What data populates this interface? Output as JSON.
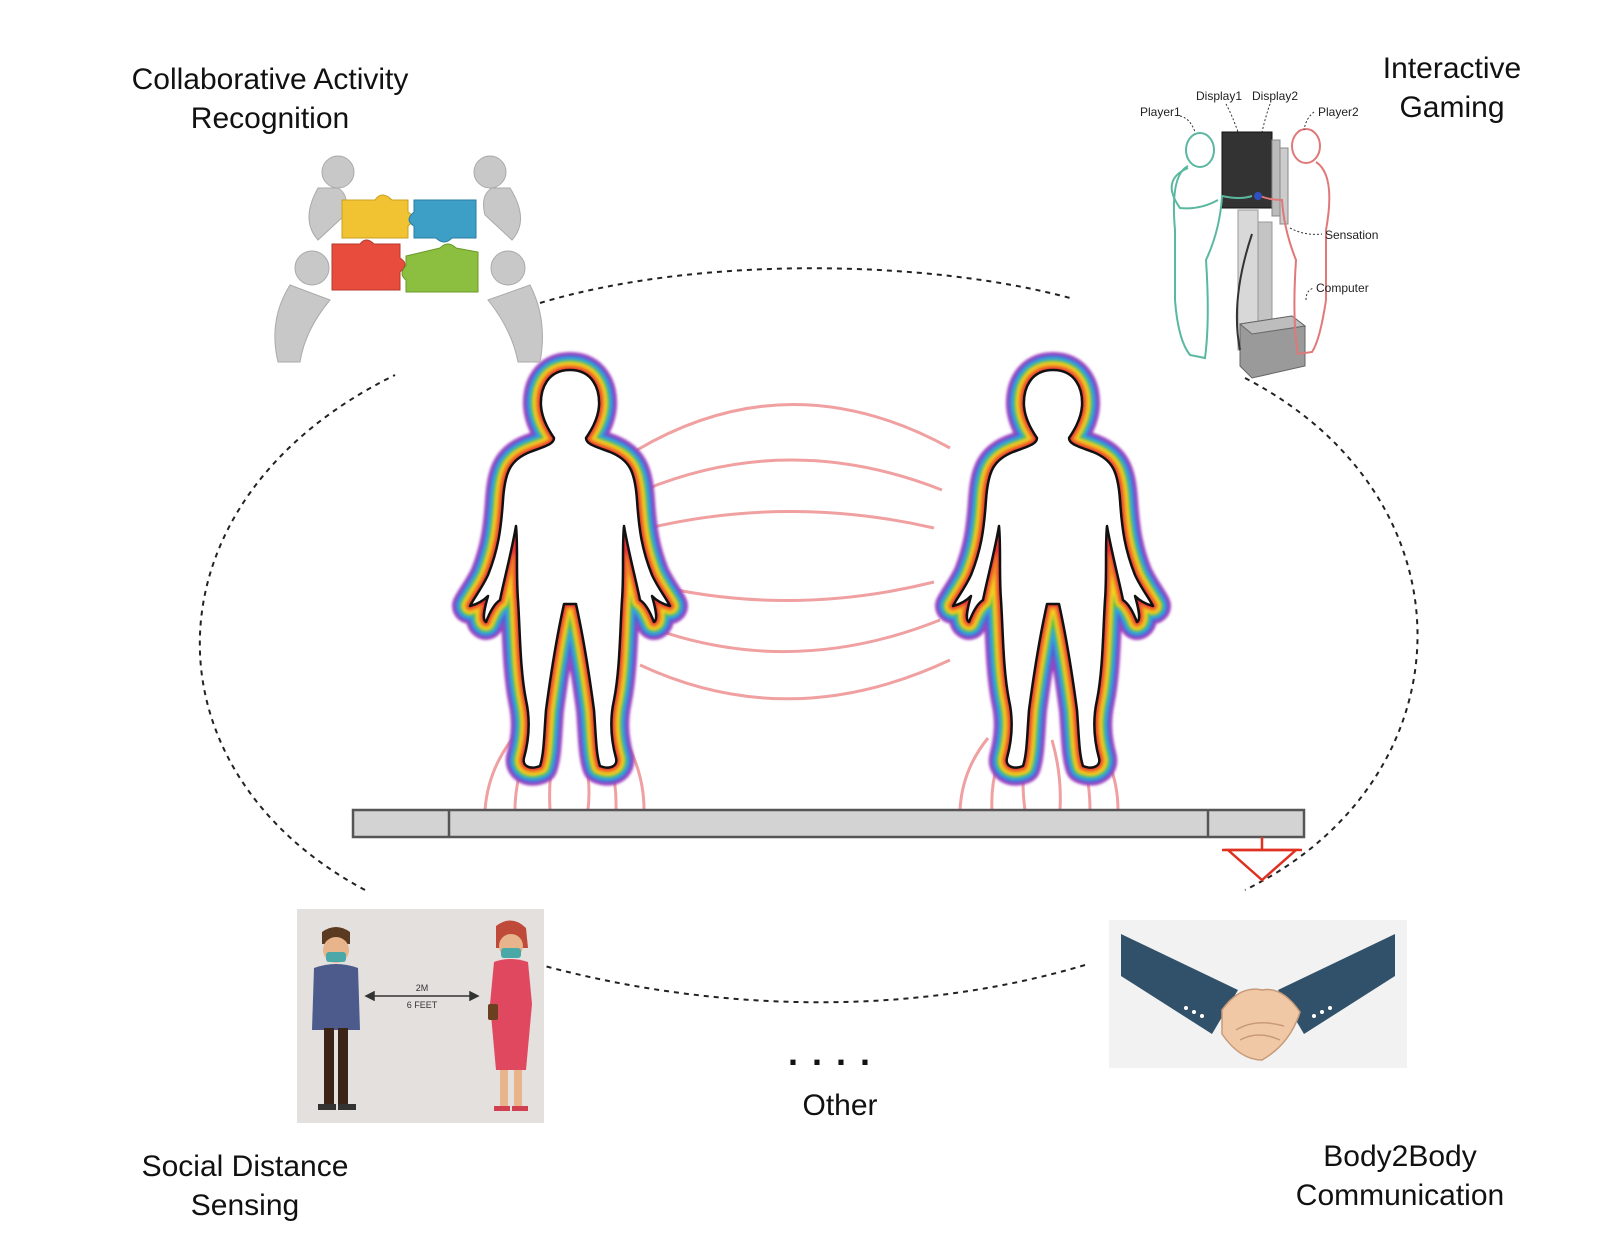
{
  "labels": {
    "collab": [
      "Collaborative Activity",
      "Recognition"
    ],
    "gaming": [
      "Interactive",
      "Gaming"
    ],
    "social": [
      "Social Distance",
      "Sensing"
    ],
    "body2body": [
      "Body2Body",
      "Communication"
    ],
    "other": "Other",
    "dots": ". . . ."
  },
  "gaming_image": {
    "player1": "Player1",
    "display1": "Display1",
    "display2": "Display2",
    "player2": "Player2",
    "sensation": "Sensation",
    "computer": "Computer"
  },
  "social_image": {
    "distance_top": "2M",
    "distance_bottom": "6 FEET"
  },
  "colors": {
    "field_lines": "#f0a0a0",
    "ground": "#d3d3d3",
    "ground_symbol": "#e03020",
    "aura": [
      "#e83030",
      "#f08a20",
      "#f5d020",
      "#50c040",
      "#30a0e0",
      "#5060d0",
      "#a040c0"
    ]
  }
}
